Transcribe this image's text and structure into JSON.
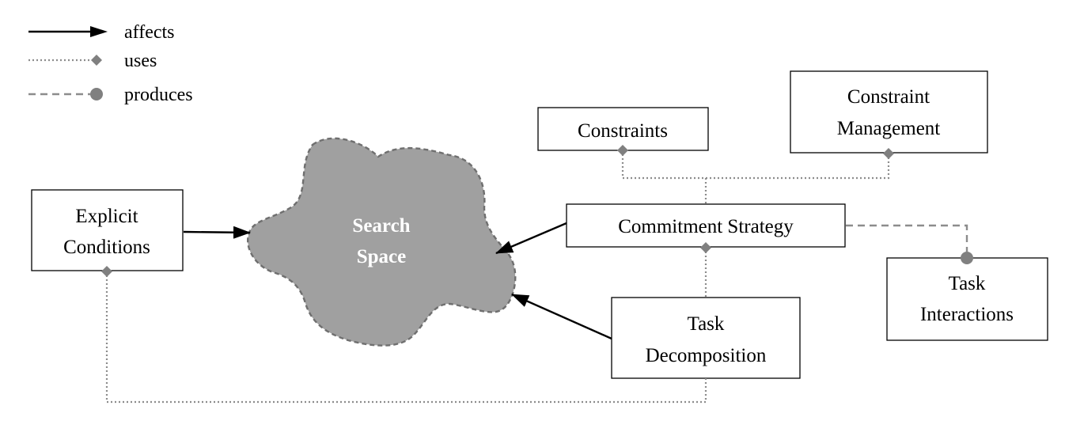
{
  "legend": {
    "affects": "affects",
    "uses": "uses",
    "produces": "produces"
  },
  "nodes": {
    "search_space": [
      "Search",
      "Space"
    ],
    "explicit_conditions": [
      "Explicit",
      "Conditions"
    ],
    "constraints": [
      "Constraints"
    ],
    "constraint_management": [
      "Constraint",
      "Management"
    ],
    "commitment_strategy": [
      "Commitment Strategy"
    ],
    "task_decomposition": [
      "Task",
      "Decomposition"
    ],
    "task_interactions": [
      "Task",
      "Interactions"
    ]
  },
  "colors": {
    "cloud_fill": "#a0a0a0",
    "cloud_border": "#6f6f6f",
    "relation_gray": "#8c8c8c",
    "marker_gray": "#808080",
    "affects_black": "#000000"
  }
}
